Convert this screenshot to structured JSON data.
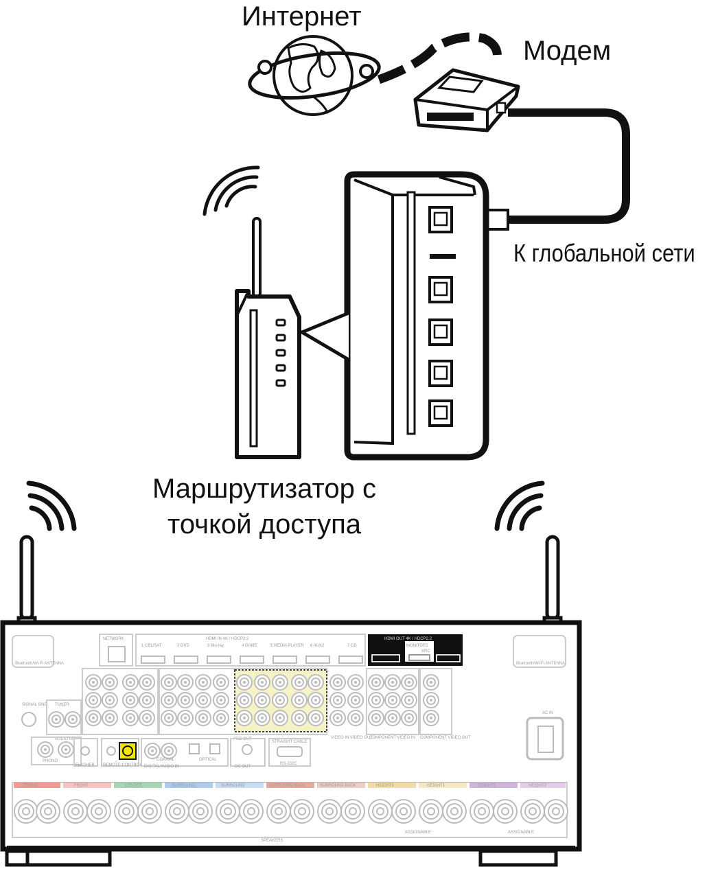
{
  "labels": {
    "internet": "Интернет",
    "modem": "Модем",
    "wan": "К глобальной сети",
    "router_line1": "Маршрутизатор с",
    "router_line2": "точкой доступа"
  },
  "receiver_panel": {
    "network": "NETWORK",
    "hdmi_in": "HDMI IN 4K / HDCP2.2",
    "hdmi_out": "HDMI OUT 4K / HDCP2.2",
    "monitor1": "MONITOR1",
    "arc": "ARC",
    "bt_antenna_left": "Bluetooth/Wi-Fi ANTENNA",
    "bt_antenna_right": "Bluetooth/Wi-Fi ANTENNA",
    "signal_gnd": "SIGNAL GND",
    "tuner": "TUNER",
    "audio_in": "AUDIO IN",
    "phono": "PHONO",
    "flasher": "FLASHER",
    "remote_control": "REMOTE CONTROL",
    "digital_audio_in": "DIGITAL AUDIO IN",
    "coaxial": "COAXIAL",
    "optical": "OPTICAL",
    "dc_out": "DC OUT",
    "rs232c": "RS-232C",
    "straight_cable": "STRAIGHT CABLE",
    "pre_out": "PRE OUT",
    "video_in": "VIDEO IN",
    "video_out": "VIDEO OUT",
    "component_in": "COMPONENT VIDEO IN",
    "component_out": "COMPONENT VIDEO OUT",
    "ac_in": "AC IN",
    "speakers": "SPEAKERS",
    "assignable": "ASSIGNABLE",
    "speaker_groups": [
      "FRONT",
      "FRONT",
      "CENTER",
      "SURROUND",
      "SURROUND",
      "SURROUND BACK",
      "SURROUND BACK",
      "HEIGHT1",
      "HEIGHT1",
      "HEIGHT2",
      "HEIGHT2"
    ],
    "hdmi_inputs": [
      "1 CBL/SAT",
      "2 DVD",
      "3 Blu-ray",
      "4 GAME",
      "5 MEDIA PLAYER",
      "6 AUX2",
      "7 CD"
    ]
  },
  "colors": {
    "line": "#111111",
    "panel_text": "#9a9a9a",
    "front": "#e05a4a",
    "center": "#3aa357",
    "surround": "#4a8fd8",
    "surround_back": "#c85a3a",
    "height1": "#e0b040",
    "height2": "#9a5ab8",
    "highlight": "#f2e600"
  }
}
